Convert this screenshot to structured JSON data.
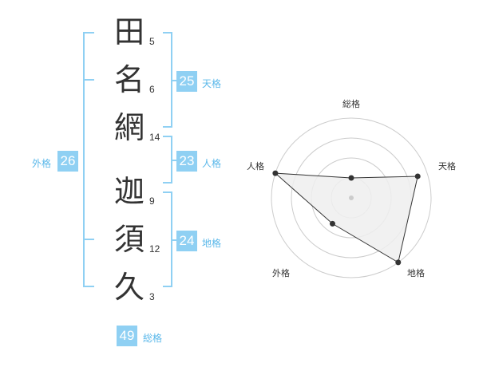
{
  "name": {
    "chars": [
      {
        "char": "田",
        "strokes": "5"
      },
      {
        "char": "名",
        "strokes": "6"
      },
      {
        "char": "網",
        "strokes": "14"
      },
      {
        "char": "迦",
        "strokes": "9"
      },
      {
        "char": "須",
        "strokes": "12"
      },
      {
        "char": "久",
        "strokes": "3"
      }
    ]
  },
  "kakusu": {
    "tenkaku": {
      "value": "25",
      "label": "天格"
    },
    "jinkaku": {
      "value": "23",
      "label": "人格"
    },
    "chikaku": {
      "value": "24",
      "label": "地格"
    },
    "gaikaku": {
      "value": "26",
      "label": "外格"
    },
    "soukaku": {
      "value": "49",
      "label": "総格"
    }
  },
  "radar": {
    "labels": {
      "soukaku": "総格",
      "tenkaku": "天格",
      "chikaku": "地格",
      "gaikaku": "外格",
      "jinkaku": "人格"
    },
    "rings": 4,
    "max": 4,
    "values": {
      "soukaku": 1,
      "tenkaku": 3.5,
      "chikaku": 4,
      "gaikaku": 1.6,
      "jinkaku": 4
    },
    "colors": {
      "fill": "#efefef",
      "stroke": "#333333",
      "ring": "#cccccc",
      "point": "#333333"
    }
  }
}
